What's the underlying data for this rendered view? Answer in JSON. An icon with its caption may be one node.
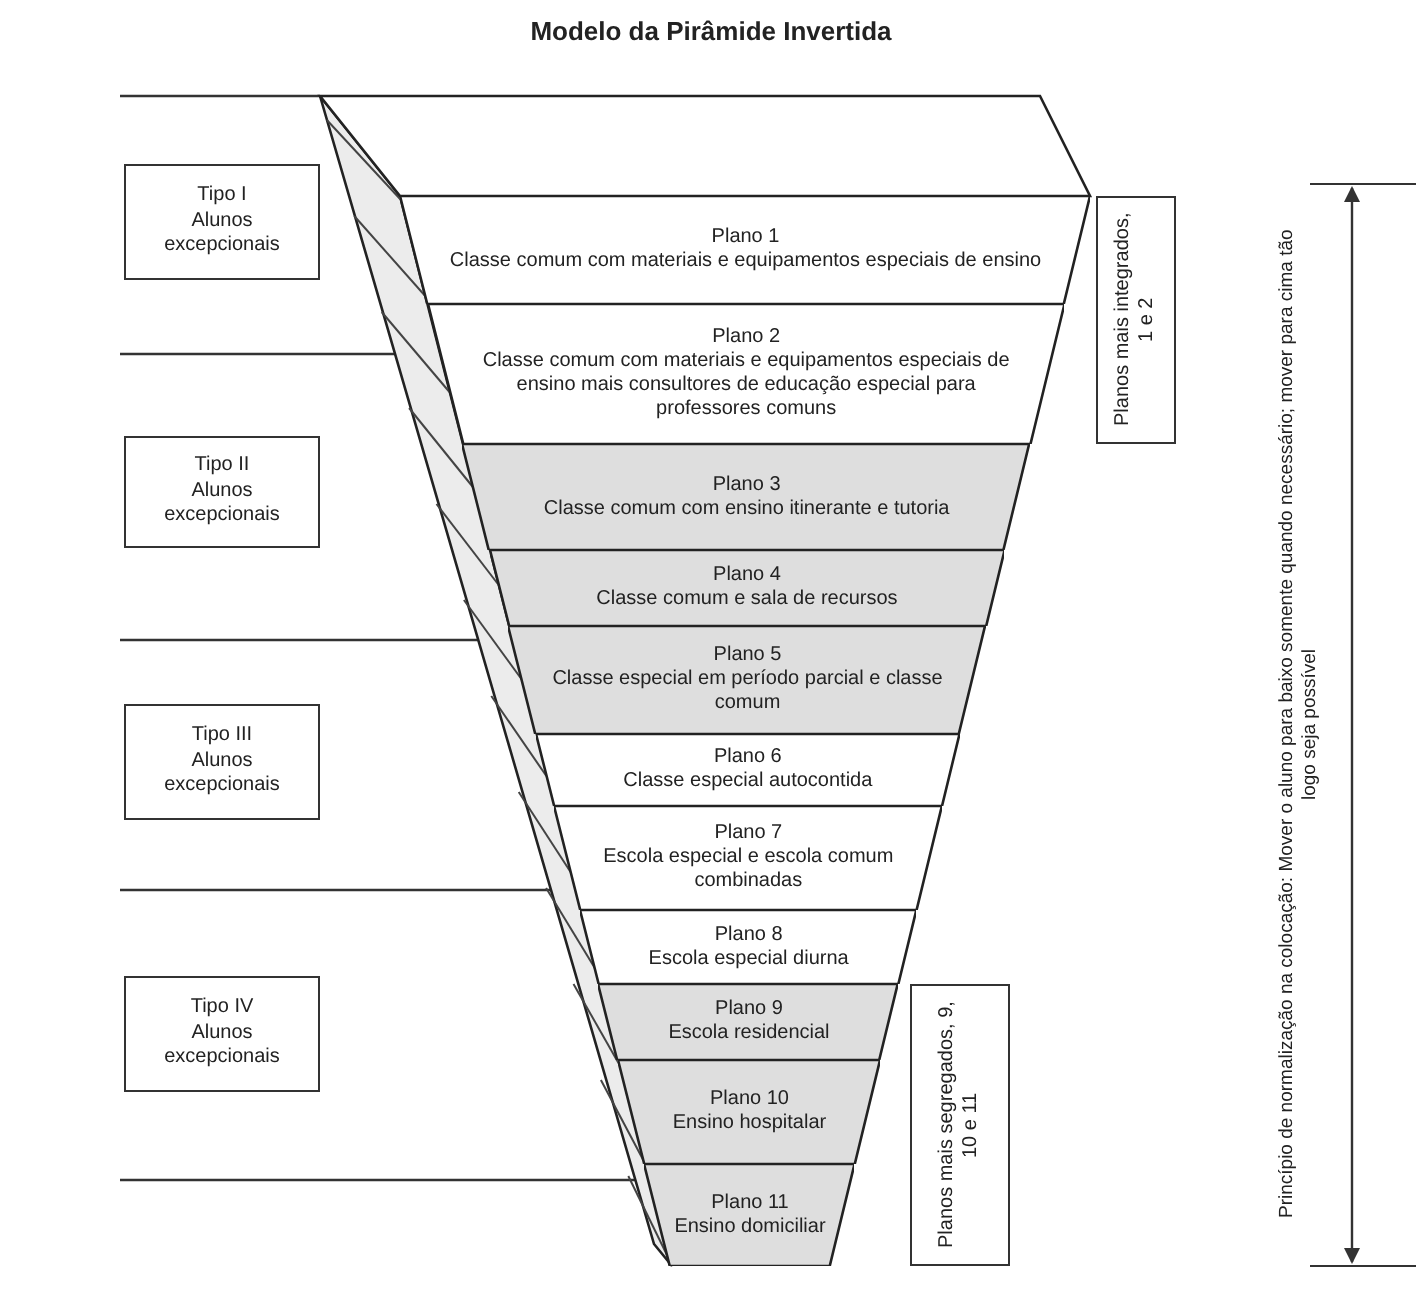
{
  "diagram": {
    "title": "Modelo da Pirâmide Invertida",
    "nodes": [
      {
        "text": [
          "Plano 1",
          "Classe comum com materiais e equipamentos especiais de ensino"
        ]
      },
      {
        "text": [
          "Plano 2",
          "Classe comum com materiais e equipamentos especiais de ensino mais consultores de educação especial para professores comuns"
        ]
      },
      {
        "text": [
          "Plano 3",
          "Classe comum com ensino itinerante e tutoria"
        ]
      },
      {
        "text": [
          "Plano 4",
          "Classe comum e sala de recursos"
        ]
      },
      {
        "text": [
          "Plano 5",
          "Classe especial em período parcial e classe comum"
        ]
      },
      {
        "text": [
          "Plano 6",
          "Classe especial autocontida"
        ]
      },
      {
        "text": [
          "Plano 7",
          "Escola especial e escola comum combinadas"
        ]
      },
      {
        "text": [
          "Plano 8",
          "Escola especial diurna"
        ]
      },
      {
        "text": [
          "Plano 9",
          "Escola residencial"
        ]
      },
      {
        "text": [
          "Plano 10",
          "Ensino hospitalar"
        ]
      },
      {
        "text": [
          "Plano 11",
          "Ensino domiciliar"
        ]
      },
      {
        "text": [
          "Tipo I",
          "Alunos excepcionais"
        ]
      },
      {
        "text": [
          "Tipo II",
          "Alunos excepcionais"
        ]
      },
      {
        "text": [
          "Tipo III",
          "Alunos excepcionais"
        ]
      },
      {
        "text": [
          "Tipo IV",
          "Alunos excepcionais"
        ]
      },
      {
        "text": [
          "Planos mais integrados, 1 e 2"
        ]
      },
      {
        "text": [
          "Planos mais segregados, 9, 10 e 11"
        ]
      }
    ],
    "labels": [
      "Princípio de normalização na colocação: Mover o aluno para baixo somente quando necessário; mover para cima tão logo seja possível"
    ]
  }
}
